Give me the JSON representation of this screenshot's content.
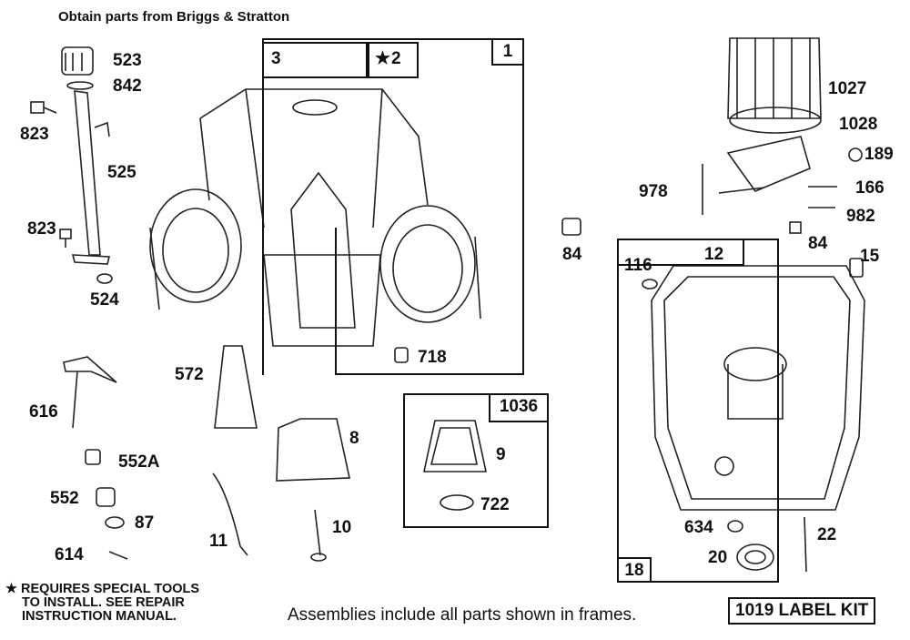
{
  "header": "Obtain parts from Briggs & Stratton",
  "frames": [
    {
      "id": "1"
    },
    {
      "id": "1036"
    },
    {
      "id": "18"
    }
  ],
  "callouts": [
    "3",
    "2",
    "12"
  ],
  "parts": [
    "523",
    "842",
    "823",
    "525",
    "823",
    "524",
    "616",
    "552A",
    "552",
    "87",
    "614",
    "572",
    "8",
    "11",
    "10",
    "718",
    "9",
    "722",
    "84",
    "1027",
    "1028",
    "189",
    "978",
    "166",
    "982",
    "84",
    "15",
    "116",
    "634",
    "20",
    "22"
  ],
  "note": {
    "star": "★",
    "lines": [
      "REQUIRES SPECIAL TOOLS",
      "TO INSTALL.  SEE REPAIR",
      "INSTRUCTION MANUAL."
    ]
  },
  "footer": "Assemblies include all parts shown in frames.",
  "kit_label": "1019 LABEL KIT"
}
